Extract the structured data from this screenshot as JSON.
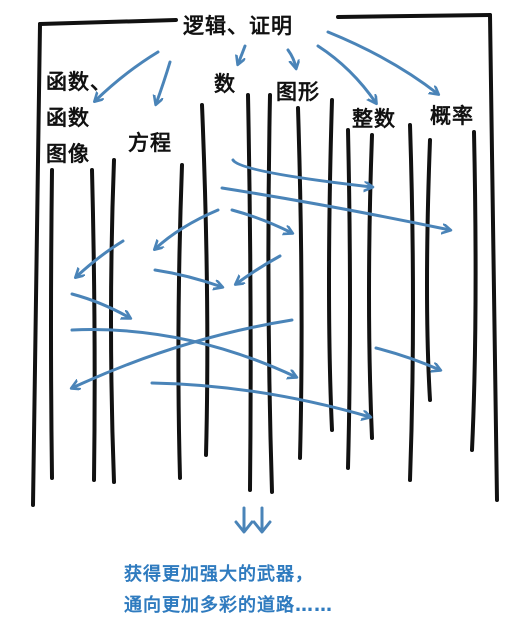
{
  "diagram": {
    "top_label": "逻辑、证明",
    "branch_labels": {
      "functions_1": "函数、",
      "functions_2": "函数",
      "functions_3": "图像",
      "equations": "方程",
      "numbers": "数",
      "geometry": "图形",
      "integers": "整数",
      "probability": "概率"
    },
    "caption_line_1": "获得更加强大的武器，",
    "caption_line_2": "通向更加多彩的道路……",
    "colors": {
      "line": "#111111",
      "arrow": "#4a84b8",
      "caption": "#2f7bbf"
    }
  }
}
